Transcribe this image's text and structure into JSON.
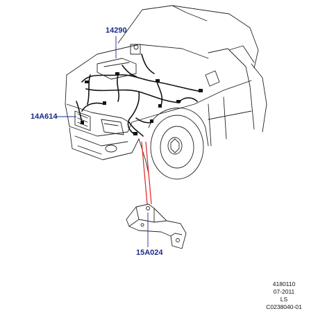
{
  "callouts": {
    "harness_main": "14290",
    "harness_front": "14A614",
    "bracket": "15A024"
  },
  "footer": {
    "line1": "4180110",
    "line2": "07-2011",
    "line3": "LS",
    "line4": "C0238040-01"
  },
  "colors": {
    "callout_text": "#1a2a8a",
    "leader_line": "#1a2a8a",
    "highlight_line": "#e03030",
    "drawing": "#222222"
  }
}
